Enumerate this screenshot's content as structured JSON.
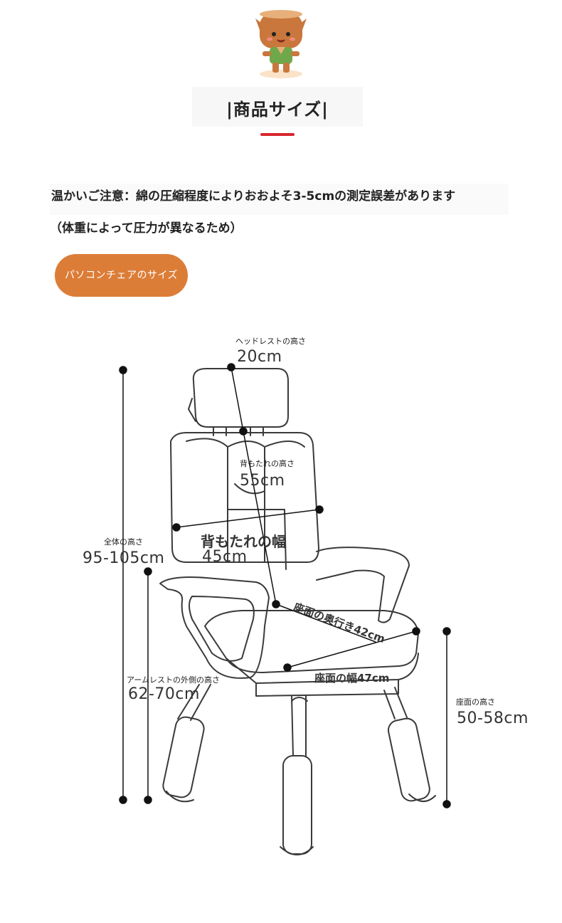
{
  "header": {
    "title": "|商品サイズ|"
  },
  "notice": {
    "line1": "温かいご注意：綿の圧縮程度によりおおよそ3-5cmの測定誤差があります",
    "line2": "（体重によって圧力が異なるため）"
  },
  "section_button": {
    "label": "パソコンチェアのサイズ"
  },
  "dimensions": {
    "headrest": {
      "label": "ヘッドレストの高さ",
      "value": "20cm"
    },
    "backrest_height": {
      "label": "背もたれの高さ",
      "value": "55cm"
    },
    "backrest_width": {
      "label": "背もたれの幅",
      "value": "45cm"
    },
    "total_height": {
      "label": "全体の高さ",
      "value": "95-105cm"
    },
    "seat_depth": {
      "label": "座面の奥行き42cm"
    },
    "seat_width": {
      "label": "座面の幅47cm"
    },
    "armrest_height": {
      "label": "アームレストの外側の高さ",
      "value": "62-70cm"
    },
    "seat_height": {
      "label": "座面の高さ",
      "value": "50-58cm"
    }
  },
  "colors": {
    "accent_red": "#d8262d",
    "button_orange": "#dc7d37",
    "line": "#111111",
    "chair_outline": "#3a3a3a"
  }
}
